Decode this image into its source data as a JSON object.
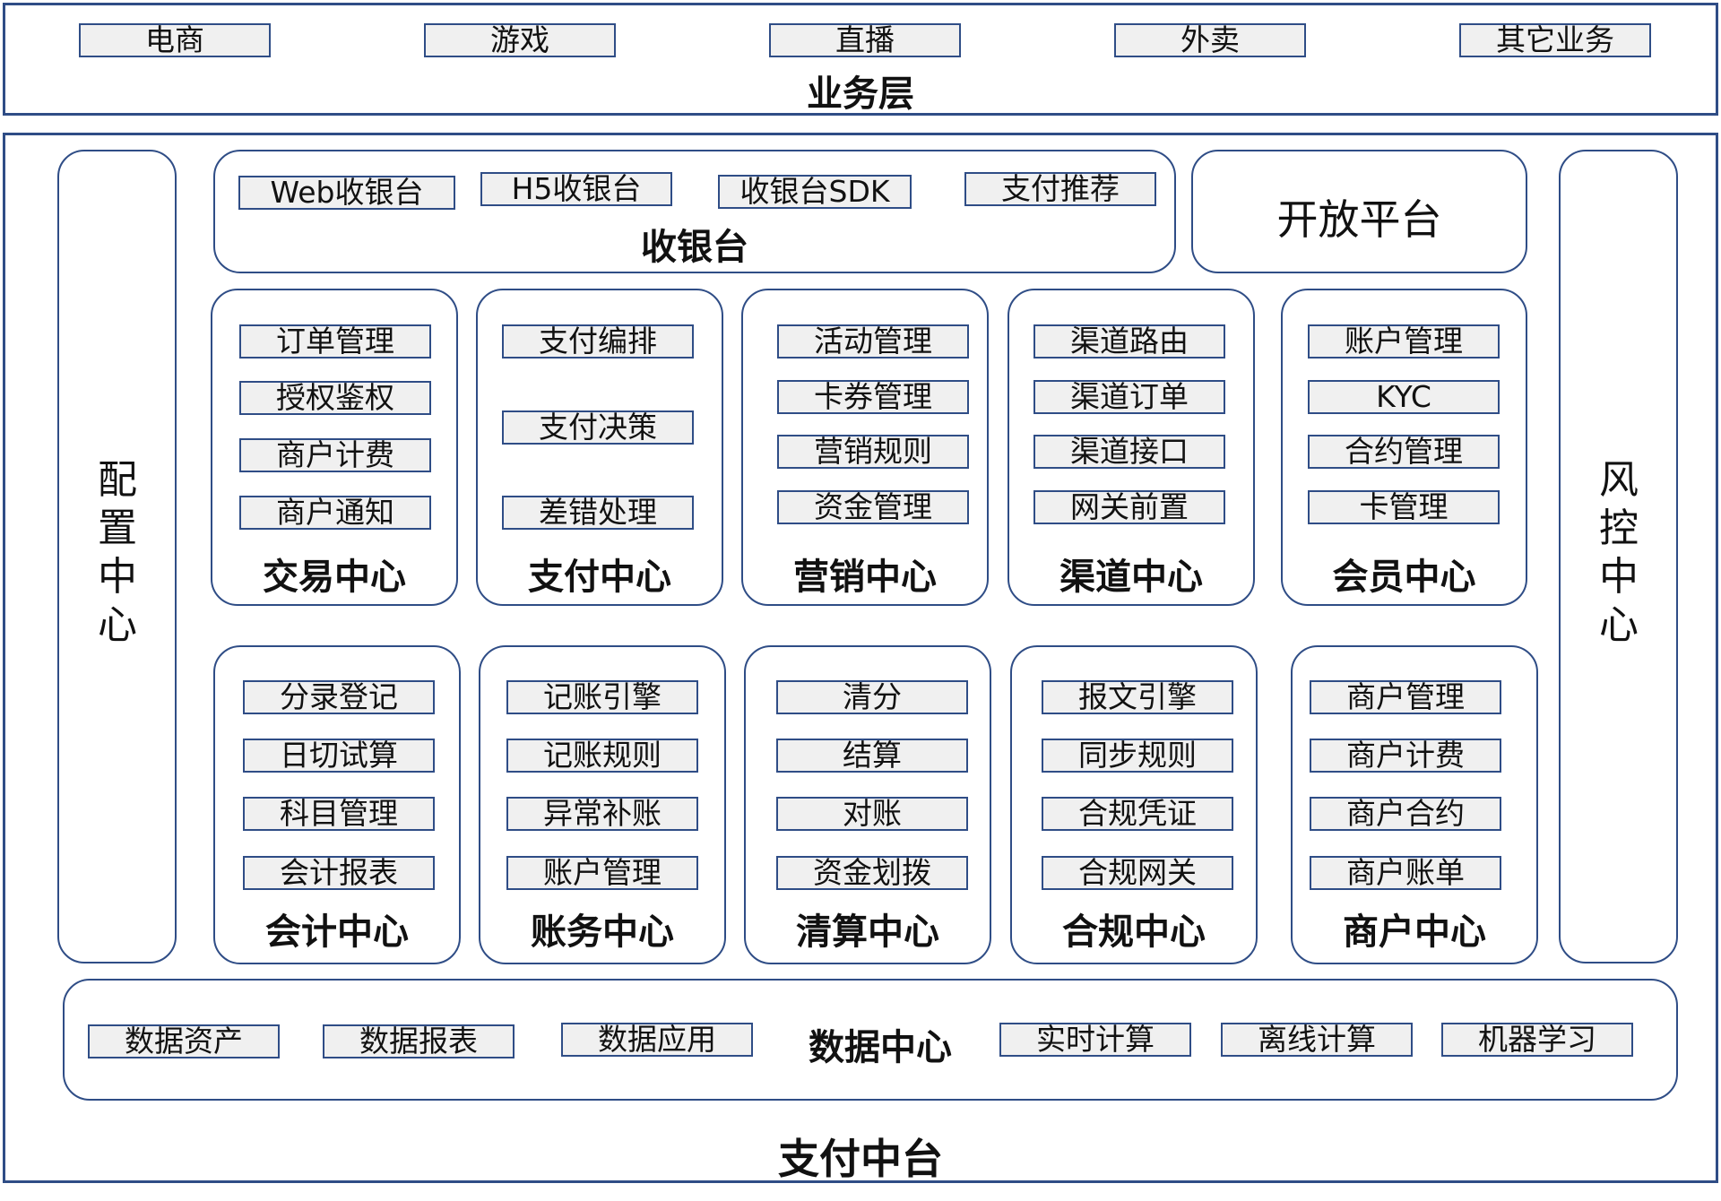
{
  "business_layer": {
    "title": "业务层",
    "items": [
      "电商",
      "游戏",
      "直播",
      "外卖",
      "其它业务"
    ]
  },
  "platform": {
    "title": "支付中台"
  },
  "cashier": {
    "title": "收银台",
    "items": [
      "Web收银台",
      "H5收银台",
      "收银台SDK",
      "支付推荐"
    ]
  },
  "open_platform": {
    "title": "开放平台"
  },
  "config_center": {
    "title": "配置中心"
  },
  "risk_center": {
    "title": "风控中心"
  },
  "centers": [
    {
      "title": "交易中心",
      "items": [
        "订单管理",
        "授权鉴权",
        "商户计费",
        "商户通知"
      ]
    },
    {
      "title": "支付中心",
      "items": [
        "支付编排",
        "支付决策",
        "差错处理"
      ]
    },
    {
      "title": "营销中心",
      "items": [
        "活动管理",
        "卡券管理",
        "营销规则",
        "资金管理"
      ]
    },
    {
      "title": "渠道中心",
      "items": [
        "渠道路由",
        "渠道订单",
        "渠道接口",
        "网关前置"
      ]
    },
    {
      "title": "会员中心",
      "items": [
        "账户管理",
        "KYC",
        "合约管理",
        "卡管理"
      ]
    },
    {
      "title": "会计中心",
      "items": [
        "分录登记",
        "日切试算",
        "科目管理",
        "会计报表"
      ]
    },
    {
      "title": "账务中心",
      "items": [
        "记账引擎",
        "记账规则",
        "异常补账",
        "账户管理"
      ]
    },
    {
      "title": "清算中心",
      "items": [
        "清分",
        "结算",
        "对账",
        "资金划拨"
      ]
    },
    {
      "title": "合规中心",
      "items": [
        "报文引擎",
        "同步规则",
        "合规凭证",
        "合规网关"
      ]
    },
    {
      "title": "商户中心",
      "items": [
        "商户管理",
        "商户计费",
        "商户合约",
        "商户账单"
      ]
    }
  ],
  "data_center": {
    "title": "数据中心",
    "items": [
      "数据资产",
      "数据报表",
      "数据应用",
      "实时计算",
      "离线计算",
      "机器学习"
    ]
  }
}
